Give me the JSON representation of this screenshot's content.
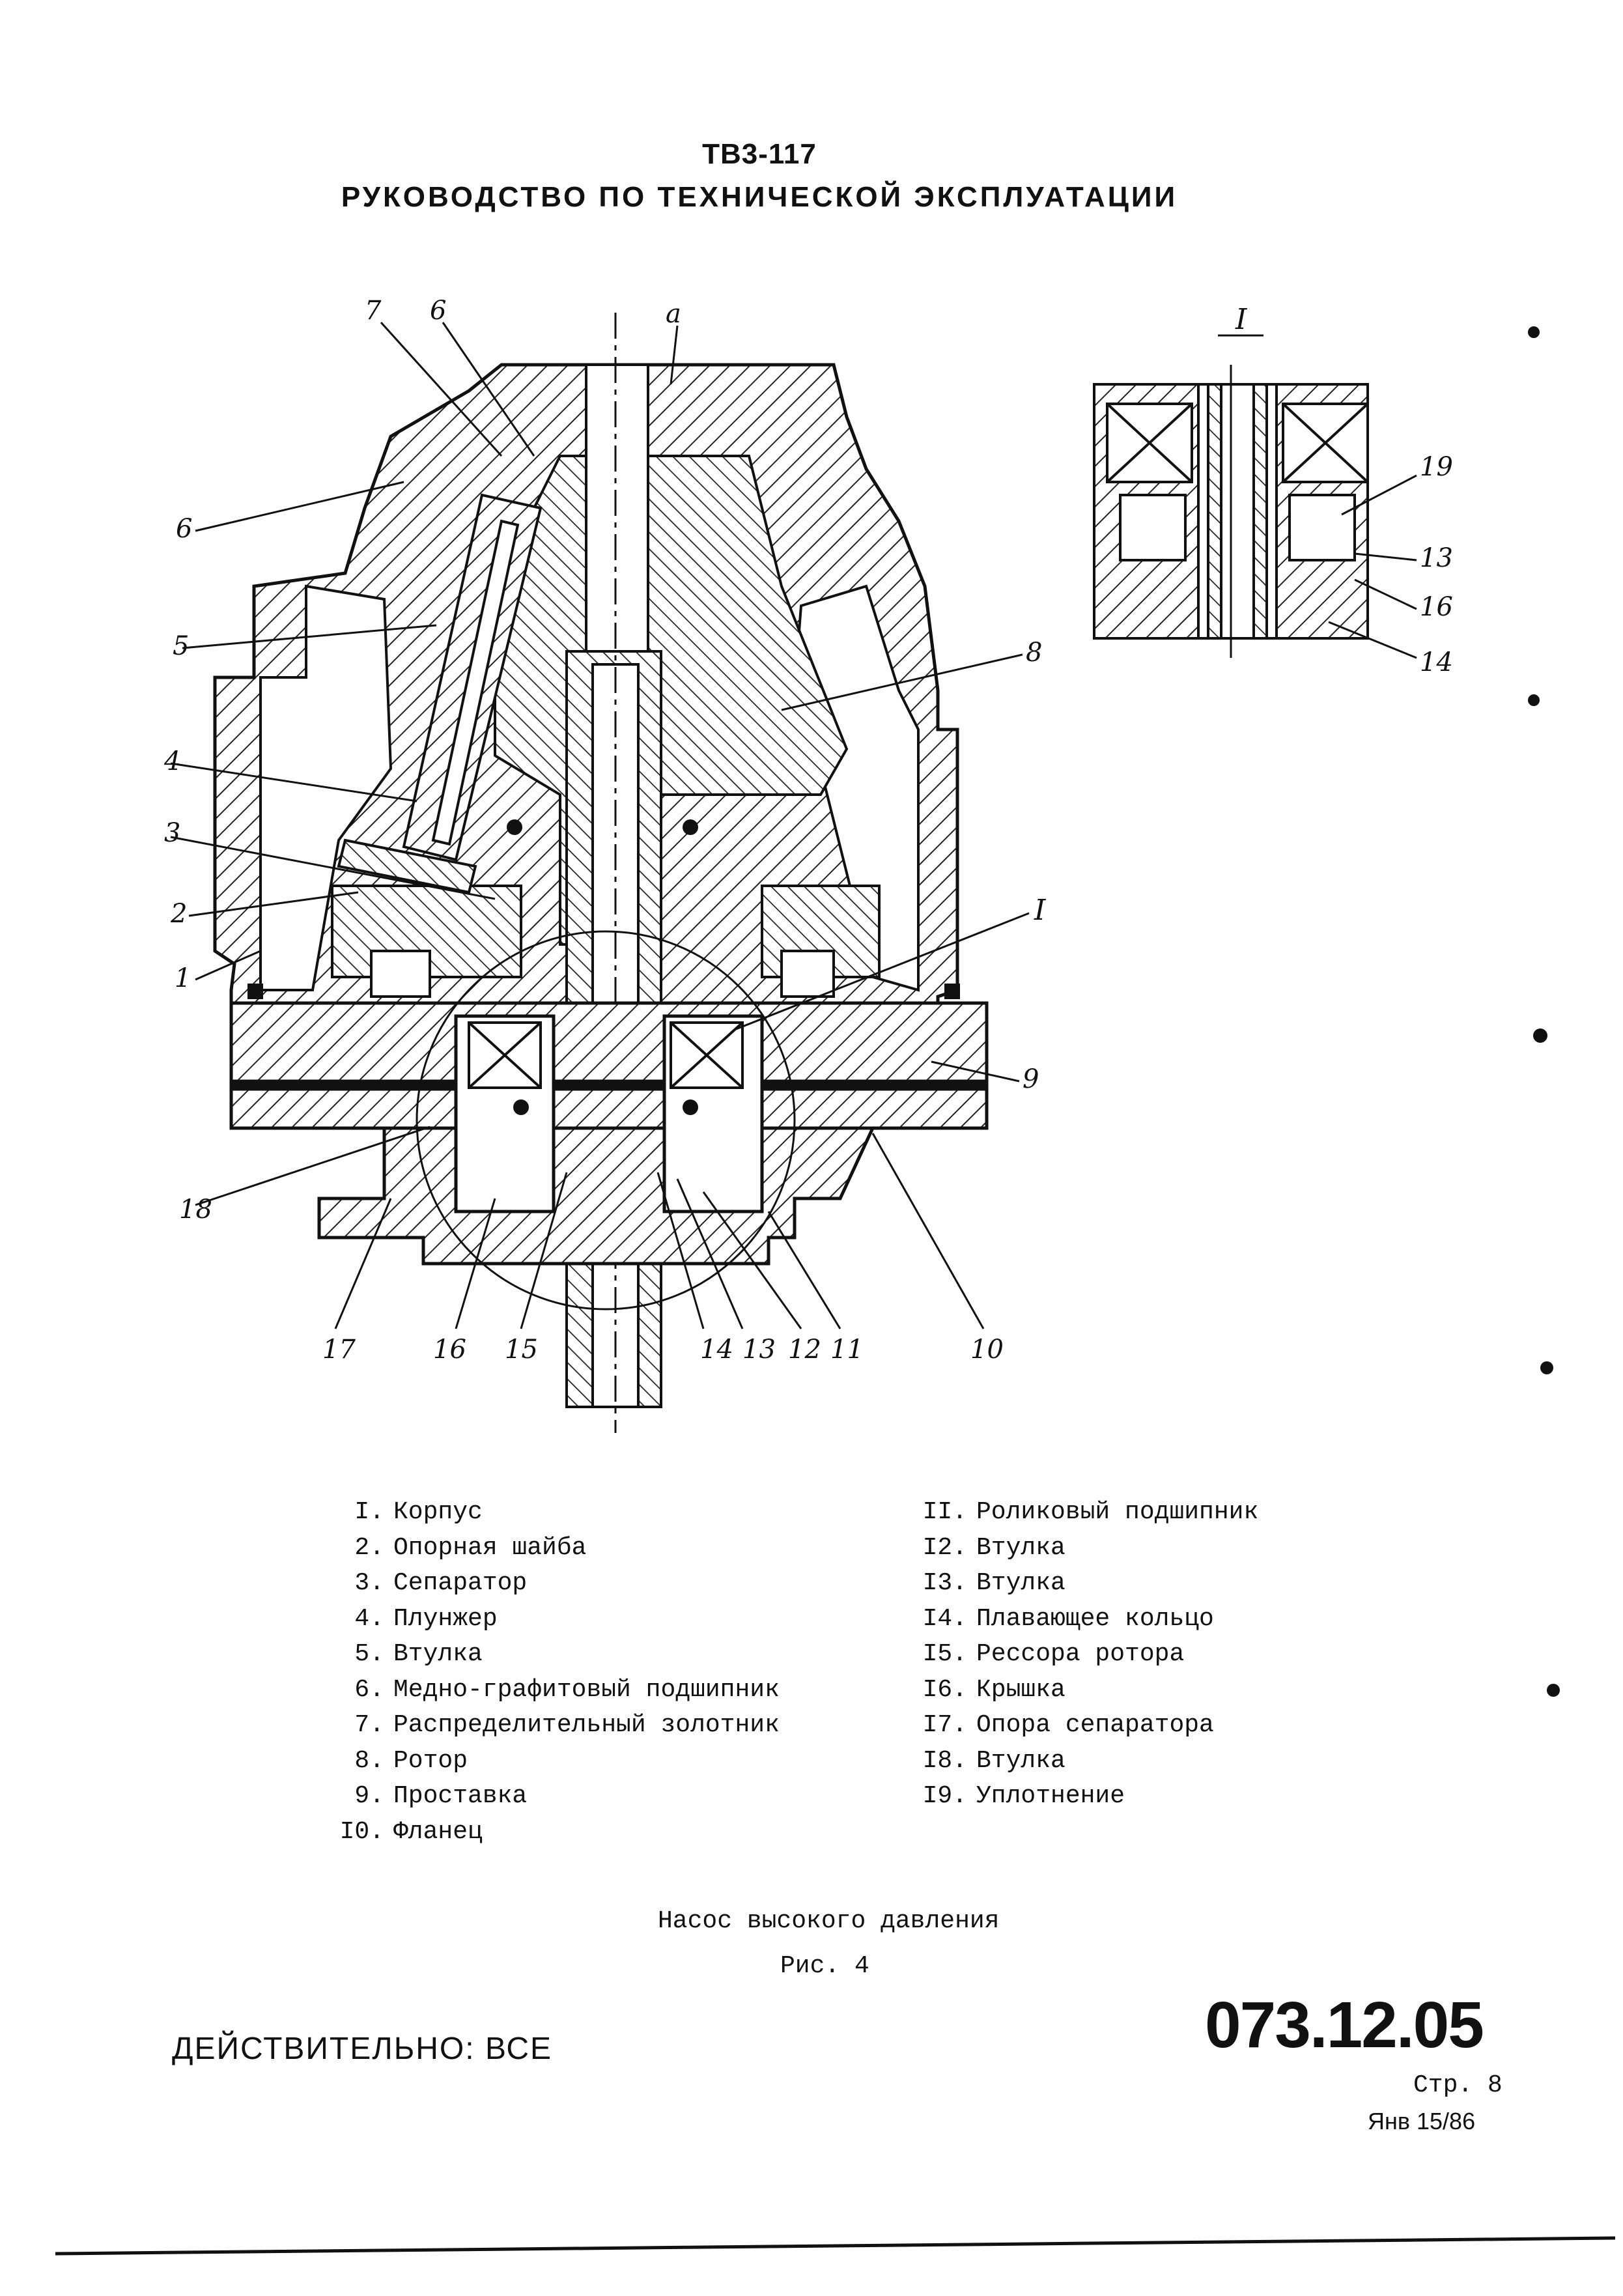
{
  "header": {
    "line1": "ТВ3-117",
    "line2": "РУКОВОДСТВО ПО ТЕХНИЧЕСКОЙ ЭКСПЛУАТАЦИИ"
  },
  "drawing": {
    "callouts": [
      "7",
      "6",
      "a",
      "6",
      "5",
      "8",
      "4",
      "3",
      "2",
      "1",
      "I",
      "9",
      "18",
      "17",
      "16",
      "15",
      "14",
      "13",
      "12",
      "11",
      "10"
    ],
    "detail": {
      "title": "I",
      "callouts": [
        "19",
        "13",
        "16",
        "14"
      ]
    }
  },
  "legend": {
    "left": [
      {
        "num": "I.",
        "text": "Корпус"
      },
      {
        "num": "2.",
        "text": "Опорная шайба"
      },
      {
        "num": "3.",
        "text": "Сепаратор"
      },
      {
        "num": "4.",
        "text": "Плунжер"
      },
      {
        "num": "5.",
        "text": "Втулка"
      },
      {
        "num": "6.",
        "text": "Медно-графитовый подшипник"
      },
      {
        "num": "7.",
        "text": "Распределительный золотник"
      },
      {
        "num": "8.",
        "text": "Ротор"
      },
      {
        "num": "9.",
        "text": "Проставка"
      },
      {
        "num": "I0.",
        "text": "Фланец"
      }
    ],
    "right": [
      {
        "num": "II.",
        "text": "Роликовый подшипник"
      },
      {
        "num": "I2.",
        "text": "Втулка"
      },
      {
        "num": "I3.",
        "text": "Втулка"
      },
      {
        "num": "I4.",
        "text": "Плавающее кольцо"
      },
      {
        "num": "I5.",
        "text": "Рессора ротора"
      },
      {
        "num": "I6.",
        "text": "Крышка"
      },
      {
        "num": "I7.",
        "text": "Опора сепаратора"
      },
      {
        "num": "I8.",
        "text": "Втулка"
      },
      {
        "num": "I9.",
        "text": "Уплотнение"
      }
    ]
  },
  "caption": "Насос высокого давления",
  "figure": "Рис. 4",
  "footer": {
    "validity": "ДЕЙСТВИТЕЛЬНО: ВСЕ",
    "doc_number": "073.12.05",
    "page": "Стр. 8",
    "revision": "Янв 15/86"
  }
}
